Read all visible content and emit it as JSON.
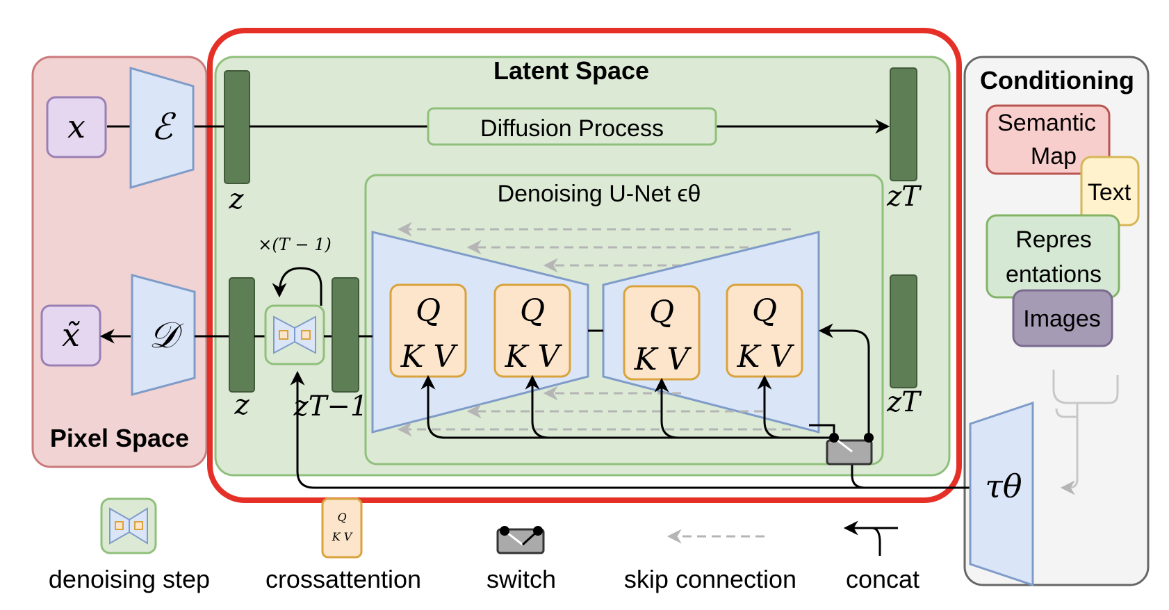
{
  "panels": {
    "pixel_space": "Pixel Space",
    "latent_space": "Latent Space",
    "conditioning": "Conditioning"
  },
  "symbols": {
    "x": "x",
    "x_tilde": "x̃",
    "encoder": "ℰ",
    "decoder": "𝒟",
    "z_top": "z",
    "z_T_top": "zT",
    "z_bottom": "z",
    "z_T_minus_1": "zT−1",
    "z_T_bottom": "zT",
    "repeat": "×(T − 1)",
    "tau": "τθ"
  },
  "diffusion_process": "Diffusion Process",
  "unet_title": "Denoising U-Net ϵθ",
  "attention_blocks": [
    {
      "top": "Q",
      "bottom": "K V"
    },
    {
      "top": "Q",
      "bottom": "K V"
    },
    {
      "top": "Q",
      "bottom": "K V"
    },
    {
      "top": "Q",
      "bottom": "K V"
    }
  ],
  "conditioning_items": [
    {
      "label_lines": [
        "Semantic",
        "Map"
      ]
    },
    {
      "label_lines": [
        "Text"
      ]
    },
    {
      "label_lines": [
        "Repres",
        "entations"
      ]
    },
    {
      "label_lines": [
        "Images"
      ]
    }
  ],
  "legend": {
    "denoising_step": "denoising step",
    "crossattention": "crossattention",
    "crossattention_icon_top": "Q",
    "crossattention_icon_bottom": "K V",
    "switch": "switch",
    "skip_connection": "skip connection",
    "concat": "concat"
  },
  "colors": {
    "pixel_fill": "#f2d3d3",
    "pixel_stroke": "#c97a7a",
    "latent_fill": "#dce9d5",
    "latent_stroke": "#8fc07b",
    "highlight": "#e53027",
    "cond_fill": "#f4f4f4",
    "cond_stroke": "#666666",
    "trap_fill": "#dae5f8",
    "trap_stroke": "#7f9cc8",
    "latent_bar": "#5e7e56",
    "attn_fill": "#fde5cc",
    "attn_stroke": "#d9a33b",
    "x_fill": "#e4d7ef",
    "x_stroke": "#9a7fb5",
    "semantic_fill": "#f8cecc",
    "semantic_stroke": "#b85450",
    "text_fill": "#fff2cc",
    "text_stroke": "#d6b656",
    "repr_fill": "#d5e8d4",
    "repr_stroke": "#82b366",
    "images_fill": "#a69bb4",
    "images_stroke": "#7a6a8f",
    "switch_fill": "#aaaaaa",
    "skip_arrow": "#b5b5b5"
  }
}
